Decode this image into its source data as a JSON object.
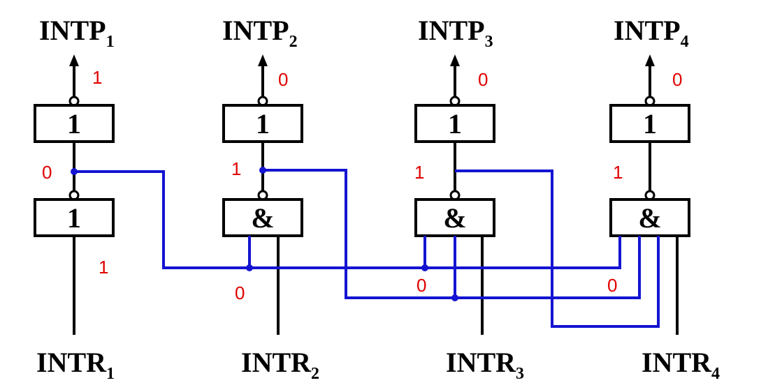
{
  "outputs": [
    {
      "name": "INTP",
      "sub": "1"
    },
    {
      "name": "INTP",
      "sub": "2"
    },
    {
      "name": "INTP",
      "sub": "3"
    },
    {
      "name": "INTP",
      "sub": "4"
    }
  ],
  "inputs": [
    {
      "name": "INTR",
      "sub": "1"
    },
    {
      "name": "INTR",
      "sub": "2"
    },
    {
      "name": "INTR",
      "sub": "3"
    },
    {
      "name": "INTR",
      "sub": "4"
    }
  ],
  "top_gates": [
    "1",
    "1",
    "1",
    "1"
  ],
  "bottom_gates": [
    "1",
    "&",
    "&",
    "&"
  ],
  "output_values": [
    "1",
    "0",
    "0",
    "0"
  ],
  "middle_values": [
    "0",
    "1",
    "1",
    "1"
  ],
  "input_values": {
    "intr1": "1",
    "intr2": "0",
    "intr3": "0",
    "intr4": "0"
  },
  "colors": {
    "wire": "#000000",
    "priority_bus": "#1414d2",
    "value_label": "#e00000"
  }
}
